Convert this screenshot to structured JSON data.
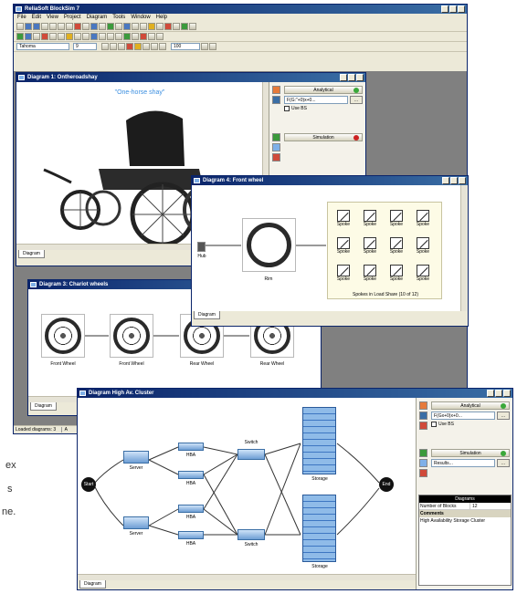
{
  "app": {
    "title": "ReliaSoft BlockSim 7"
  },
  "menu": [
    "File",
    "Edit",
    "View",
    "Project",
    "Diagram",
    "Tools",
    "Window",
    "Help"
  ],
  "font_combo": "Tahoma",
  "size_combo": "9",
  "zoom_combo": "100",
  "tl_window": {
    "title": "Diagram 1: Ontheroadshay",
    "caption": "\"One-horse shay\"",
    "tab": "Diagram"
  },
  "tl_panel": {
    "analytical": "Analytical",
    "field": "F(G:\"+0)x+0...",
    "button": "...",
    "checkbox": "Use BS",
    "simulation": "Simulation"
  },
  "front_wheel": {
    "title": "Diagram 4: Front wheel",
    "hub": "Hub",
    "rim": "Rim",
    "spoke": "Spoke",
    "spoke_count": 12,
    "caption": "Spokes in Load Share (10 of 12)",
    "tab": "Diagram"
  },
  "wheels": {
    "title": "Diagram 3: Chariot wheels",
    "labels": [
      "Front Wheel",
      "Front Wheel",
      "Rear Wheel",
      "Rear Wheel"
    ],
    "tab": "Diagram"
  },
  "status": {
    "loaded": "Loaded diagrams: 3",
    "suffix": "A"
  },
  "cluster": {
    "title": "Diagram High Av. Cluster",
    "start": "Start",
    "end": "End",
    "server": "Server",
    "hba": "HBA",
    "switch": "Switch",
    "storage": "Storage",
    "tab": "Diagram"
  },
  "cluster_panel": {
    "analytical": "Analytical",
    "field": "F(Gx+0)x+0...",
    "button": "...",
    "checkbox": "Use BS",
    "simulation": "Simulation",
    "results": "Results...",
    "diagrams_header": "Diagrams",
    "blocks_label": "Number of Blocks",
    "blocks_value": "12",
    "comments_label": "Comments",
    "comments_value": "High Availability Storage Cluster"
  },
  "side_text": [
    "ex",
    "s",
    "ne."
  ],
  "colors": {
    "title_bar": "#0a246a",
    "window_face": "#ece9d8",
    "analytical_dot": "#3aa83a",
    "simulation_dot": "#cc2222"
  }
}
